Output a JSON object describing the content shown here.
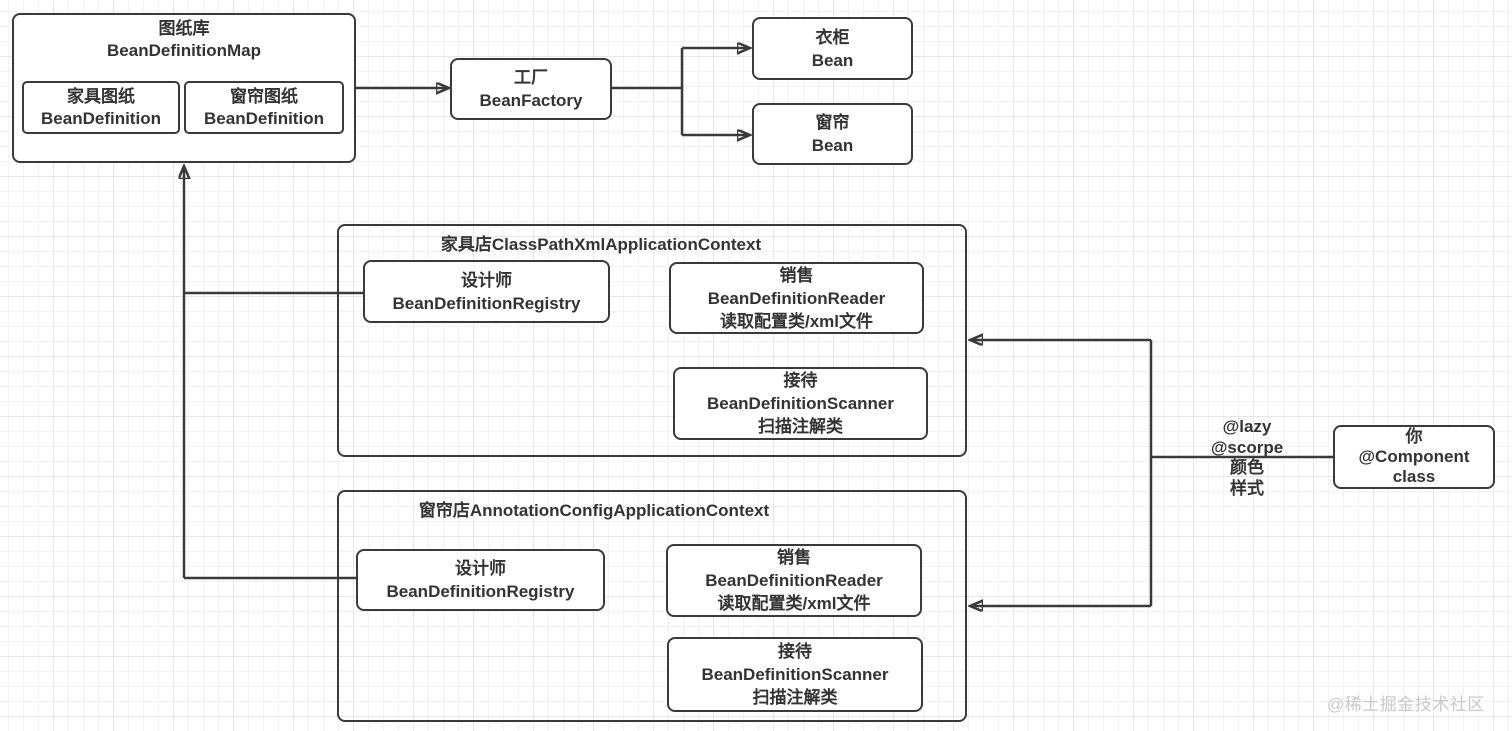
{
  "canvas": {
    "watermark": "@稀土掘金技术社区"
  },
  "colors": {
    "line": "#3a3a3a",
    "text": "#333333",
    "node_background": "#ffffff",
    "grid_minor": "#f3f3f3",
    "grid_major": "#e7e7e7",
    "watermark": "#c9c9c9"
  },
  "nodes": {
    "blueprint_lib": {
      "title_line1": "图纸库",
      "title_line2": "BeanDefinitionMap",
      "furniture_blueprint": {
        "line1": "家具图纸",
        "line2": "BeanDefinition"
      },
      "curtain_blueprint": {
        "line1": "窗帘图纸",
        "line2": "BeanDefinition"
      }
    },
    "factory": {
      "line1": "工厂",
      "line2": "BeanFactory"
    },
    "wardrobe_bean": {
      "line1": "衣柜",
      "line2": "Bean"
    },
    "curtain_bean": {
      "line1": "窗帘",
      "line2": "Bean"
    },
    "furniture_store": {
      "title": "家具店ClassPathXmlApplicationContext",
      "designer": {
        "line1": "设计师",
        "line2": "BeanDefinitionRegistry"
      },
      "sales": {
        "line1": "销售",
        "line2": "BeanDefinitionReader",
        "line3": "读取配置类/xml文件"
      },
      "reception": {
        "line1": "接待",
        "line2": "BeanDefinitionScanner",
        "line3": "扫描注解类"
      }
    },
    "curtain_store": {
      "title": "窗帘店AnnotationConfigApplicationContext",
      "designer": {
        "line1": "设计师",
        "line2": "BeanDefinitionRegistry"
      },
      "sales": {
        "line1": "销售",
        "line2": "BeanDefinitionReader",
        "line3": "读取配置类/xml文件"
      },
      "reception": {
        "line1": "接待",
        "line2": "BeanDefinitionScanner",
        "line3": "扫描注解类"
      }
    },
    "component_class": {
      "line1": "你",
      "line2": "@Component",
      "line3": "class"
    },
    "annotation_note": {
      "line1": "@lazy",
      "line2": "@scorpe",
      "line3": "颜色",
      "line4": "样式"
    }
  }
}
